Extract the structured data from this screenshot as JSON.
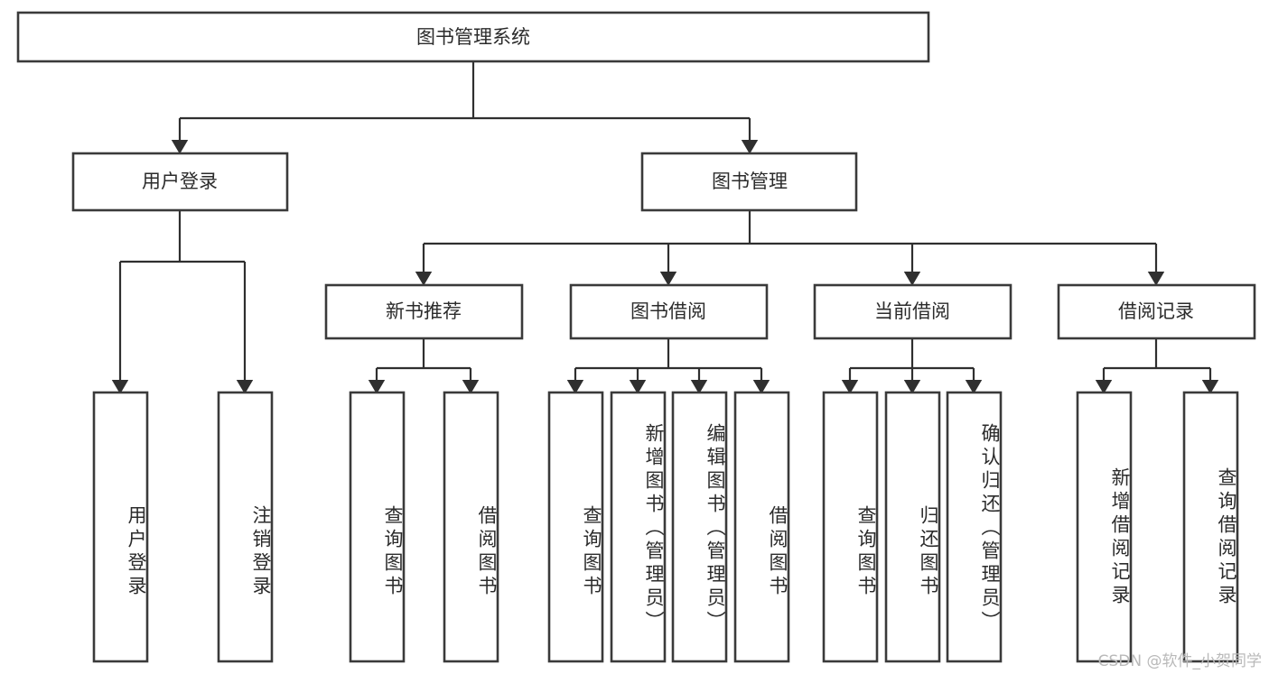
{
  "diagram": {
    "title": "图书管理系统",
    "type": "tree-hierarchy",
    "root": {
      "label": "图书管理系统"
    },
    "level1": [
      {
        "label": "用户登录"
      },
      {
        "label": "图书管理"
      }
    ],
    "level2": [
      {
        "label": "新书推荐"
      },
      {
        "label": "图书借阅"
      },
      {
        "label": "当前借阅"
      },
      {
        "label": "借阅记录"
      }
    ],
    "leaves": {
      "user_login": [
        {
          "label": "用户登录"
        },
        {
          "label": "注销登录"
        }
      ],
      "new_book_recommend": [
        {
          "label": "查询图书"
        },
        {
          "label": "借阅图书"
        }
      ],
      "book_borrow": [
        {
          "label": "查询图书"
        },
        {
          "label": "新增图书（管理员）"
        },
        {
          "label": "编辑图书（管理员）"
        },
        {
          "label": "借阅图书"
        }
      ],
      "current_borrow": [
        {
          "label": "查询图书"
        },
        {
          "label": "归还图书"
        },
        {
          "label": "确认归还（管理员）"
        }
      ],
      "borrow_record": [
        {
          "label": "新增借阅记录"
        },
        {
          "label": "查询借阅记录"
        }
      ]
    }
  },
  "watermark": {
    "text": "CSDN @软件_小贺同学"
  },
  "colors": {
    "box_stroke": "#3a3a3a",
    "link_stroke": "#2f2f2f",
    "text": "#2b2b2b",
    "background": "#ffffff",
    "watermark": "#b9b9b9"
  }
}
